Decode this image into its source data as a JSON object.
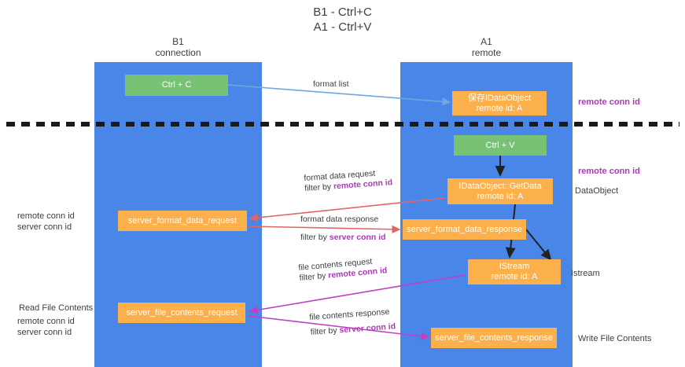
{
  "title": {
    "line1": "B1 - Ctrl+C",
    "line2": "A1 - Ctrl+V"
  },
  "lanes": {
    "b1": {
      "name": "B1",
      "role": "connection"
    },
    "a1": {
      "name": "A1",
      "role": "remote"
    }
  },
  "nodes": {
    "ctrl_c": {
      "line1": "Ctrl + C",
      "line2": "",
      "color": "#77c274"
    },
    "save_idataobject": {
      "line1": "保存IDataObject",
      "line2": "remote id: A",
      "color": "#fbb04c"
    },
    "ctrl_v": {
      "line1": "Ctrl + V",
      "line2": "",
      "color": "#77c274"
    },
    "getdata": {
      "line1": "IDataObject::GetData",
      "line2": "remote id: A",
      "color": "#fbb04c"
    },
    "server_format_data_request": {
      "line1": "server_format_data_request",
      "line2": "",
      "color": "#fbb04c"
    },
    "server_format_data_response": {
      "line1": "server_format_data_response",
      "line2": "",
      "color": "#fbb04c"
    },
    "istream": {
      "line1": "IStream",
      "line2": "remote id: A",
      "color": "#fbb04c"
    },
    "server_file_contents_request": {
      "line1": "server_file_contents_request",
      "line2": "",
      "color": "#fbb04c"
    },
    "server_file_contents_response": {
      "line1": "server_file_contents_response",
      "line2": "",
      "color": "#fbb04c"
    }
  },
  "edge_labels": {
    "format_list": "format list",
    "format_data_request": "format data request",
    "format_data_request_filter_prefix": "filter by ",
    "format_data_request_filter_key": "remote conn id",
    "format_data_response": "format data response",
    "format_data_response_filter_prefix": "filter by ",
    "format_data_response_filter_key": "server conn id",
    "file_contents_request": "file contents request",
    "file_contents_request_filter_prefix": "filter by ",
    "file_contents_request_filter_key": "remote conn id",
    "file_contents_response": "file contents response",
    "file_contents_response_filter_prefix": "filter by ",
    "file_contents_response_filter_key": "server conn id"
  },
  "side_labels": {
    "remote_conn_id_top": "remote conn id",
    "remote_conn_id_mid": "remote conn id",
    "dataobject": "DataObject",
    "istream": "Istream",
    "write_file_contents": "Write File Contents",
    "read_file_contents": "Read File Contents",
    "left_remote_conn_id_1": "remote conn id",
    "left_server_conn_id_1": "server conn id",
    "left_remote_conn_id_2": "remote conn id",
    "left_server_conn_id_2": "server conn id"
  },
  "colors": {
    "lane": "#4a86e8",
    "green_node": "#77c274",
    "orange_node": "#fbb04c",
    "purple_text": "#a93bb5",
    "green_text": "#6aa84f",
    "arrow_blue": "#6fa8dc",
    "arrow_red": "#e06666",
    "arrow_magenta": "#c23fc2",
    "arrow_black": "#222222",
    "background": "#ffffff"
  }
}
